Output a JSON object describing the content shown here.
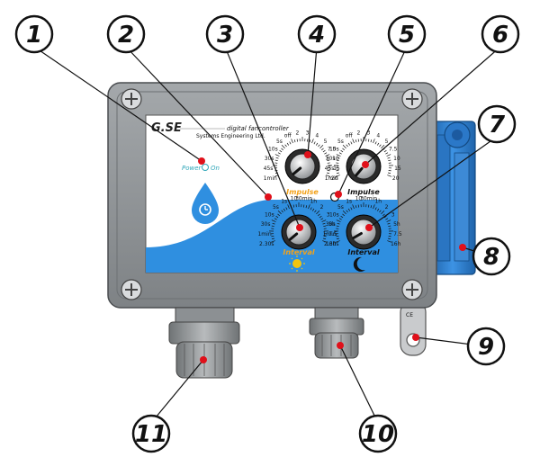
{
  "panel": {
    "brand": "G.SE",
    "subtitle": "digital fancontroller",
    "company": "Systems Engineering Ltd.",
    "power_label": "Power",
    "on_label": "On"
  },
  "dials": {
    "day_impulse": {
      "label": "Impulse",
      "ticks": [
        "1min",
        "45s",
        "30s",
        "10s",
        "5s",
        "off",
        "2",
        "3",
        "4",
        "5",
        "7.5",
        "10",
        "15",
        "20"
      ]
    },
    "night_impulse": {
      "label": "Impulse",
      "ticks": [
        "1min",
        "45s",
        "30s",
        "10s",
        "5s",
        "off",
        "2",
        "3",
        "4",
        "5",
        "7.5",
        "10",
        "15",
        "20"
      ]
    },
    "day_interval": {
      "label": "Interval",
      "ticks": [
        "2.30s",
        "1min",
        "30s",
        "10s",
        "5s",
        "1s",
        "10",
        "30min",
        "1h",
        "2",
        "3",
        "5h",
        "7.5",
        "16h"
      ]
    },
    "night_interval": {
      "label": "Interval",
      "ticks": [
        "2.30s",
        "1min",
        "30s",
        "10s",
        "5s",
        "1s",
        "10",
        "30min",
        "1h",
        "2",
        "3",
        "5h",
        "7.5",
        "16h"
      ]
    }
  },
  "callouts": [
    "1",
    "2",
    "3",
    "4",
    "5",
    "6",
    "7",
    "8",
    "9",
    "10",
    "11"
  ],
  "colors": {
    "accent_blue": "#2f8fe0",
    "marker_red": "#e0101a",
    "housing_grey": "#8f9396",
    "bracket_blue": "#2b78c8"
  }
}
